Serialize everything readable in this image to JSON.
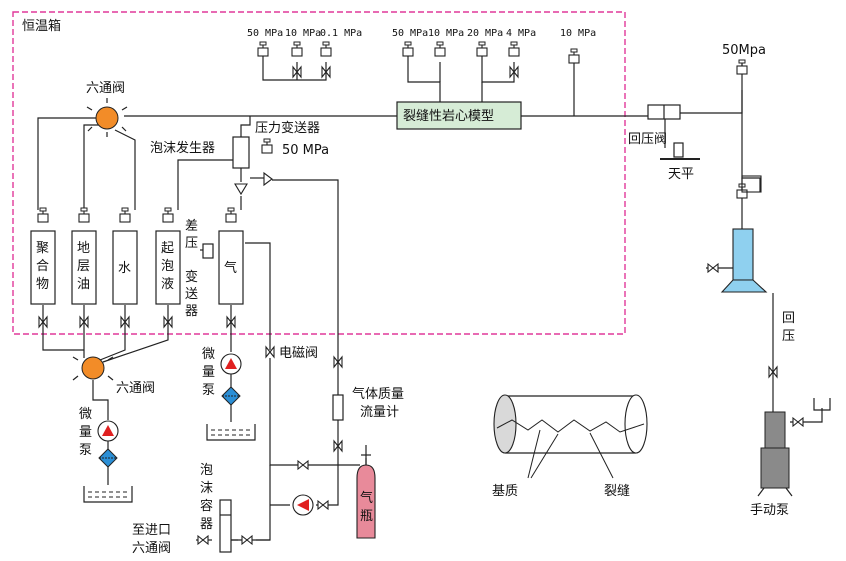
{
  "colors": {
    "chamber_border": "#e0399a",
    "six_valve": "#f28c28",
    "pump_red": "#e02020",
    "filter_blue": "#2b8fd6",
    "model_fill": "#d6ecd6",
    "cylinder_fill": "#e88a9a",
    "backpress_fill": "#8fd0ef",
    "pump_gray": "#8a8a8a"
  },
  "labels": {
    "chamber": "恒温箱",
    "six_valve_top": "六通阀",
    "six_valve_bottom": "六通阀",
    "pressure_transmitter": "压力变送器",
    "foam_generator": "泡沫发生器",
    "diff_pressure": [
      "差",
      "压",
      "变",
      "送",
      "器"
    ],
    "model": "裂缝性岩心模型",
    "back_valve": "回压阀",
    "balance": "天平",
    "back_pressure": [
      "回",
      "压"
    ],
    "manual_pump": "手动泵",
    "solenoid_valve": "电磁阀",
    "gas_flowmeter": [
      "气体质量",
      "流量计"
    ],
    "gas_bottle": [
      "气",
      "瓶"
    ],
    "micro_pump_left": [
      "微",
      "量",
      "泵"
    ],
    "micro_pump_mid": [
      "微",
      "量",
      "泵"
    ],
    "foam_container": [
      "泡",
      "沫",
      "容",
      "器"
    ],
    "to_inlet": [
      "至进口",
      "六通阀"
    ],
    "matrix": "基质",
    "fracture": "裂缝"
  },
  "vessels": [
    [
      "聚",
      "合",
      "物"
    ],
    [
      "地",
      "层",
      "油"
    ],
    [
      "水"
    ],
    [
      "起",
      "泡",
      "液"
    ],
    [
      "气"
    ]
  ],
  "gauges": {
    "g1": "50 MPa",
    "g2": "10 MPa",
    "g3": "0.1 MPa",
    "g4": "50 MPa",
    "g5": "10 MPa",
    "g6": "20 MPa",
    "g7": "4 MPa",
    "g8": "10 MPa",
    "g9": "50Mpa",
    "pt": "50 MPa"
  }
}
